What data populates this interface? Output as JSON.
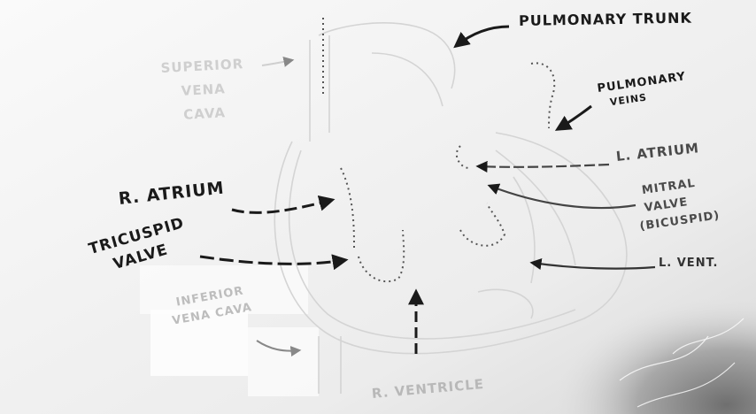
{
  "labels": {
    "pulmonary_trunk": "PULMONARY TRUNK",
    "pulmonary_veins": [
      "PULMONARY",
      "VEINS"
    ],
    "superior_vena_cava": [
      "SUPERIOR",
      "VENA",
      "CAVA"
    ],
    "r_atrium": "R. ATRIUM",
    "tricuspid_valve": [
      "TRICUSPID",
      "VALVE"
    ],
    "l_atrium": "L. ATRIUM",
    "mitral_valve": [
      "MITRAL",
      "VALVE",
      "(BICUSPID)"
    ],
    "l_vent": "L. VENT.",
    "inferior_vena_cava": [
      "INFERIOR",
      "VENA CAVA"
    ],
    "r_ventricle": "R. VENTRICLE"
  },
  "colors": {
    "board": "#f3f3f3",
    "ink": "#1a1a1a",
    "faint_ink": "#cfcfcf",
    "glare": "#8a8a8a"
  }
}
